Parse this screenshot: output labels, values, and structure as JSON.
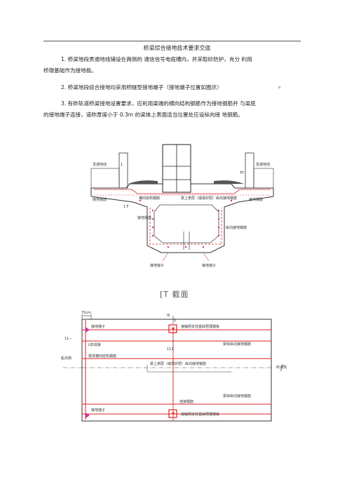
{
  "document": {
    "title": "桥梁综合接地技术要求交底",
    "para1_line1": "1. 桥梁地段贯通地线铺设在两侧的  通信信号电缆槽内，并采取砂防护，充分  利用",
    "para1_line2": "桥墩基础作为接地极。",
    "para2": "2. 桥梁地段综合接地均采用桥隧型接地端子（接地端子位置如图示）",
    "para2_end": "。",
    "para3_line1": "3. 有砟轨道桥梁接地设置要求，应利用梁端的横向结构钢筋作为接地钢筋并  与梁底",
    "para3_line2": "的接地端子连接，道砟厚度小于 0.3m 的梁体上表面适当位置处应设纵向接  地钢筋。"
  },
  "cross_section": {
    "section_label": "[T 截面",
    "mark_left": "1",
    "mark_right": "TF",
    "mark_1f": "1 F",
    "labels": [
      "贯通地线",
      "贯通地线",
      "接地钢筋",
      "接地钢筋",
      "横向结构钢筋",
      "梁上表层（或保护层）纵向接地钢筋",
      "接地钢筋",
      "纵向接地钢筋",
      "接地端子",
      "接地端子"
    ]
  },
  "plan": {
    "mark_111": "III",
    "mark_1": "1",
    "mark_11": "11－",
    "mark_111b": "111",
    "mark_70": "70cm",
    "left_label": "起点侧",
    "right_label": "终点侧",
    "right_mark": "f",
    "labels": [
      "接地端子",
      "接触网支柱基础预埋钢板",
      "L形焊接",
      "梁体纵向接地钢筋",
      "梁体横向结构钢筋",
      "梁上表层（或保护层）纵向接地钢筋",
      "梁体纵向接地钢筋",
      "连接钢筋",
      "接地端子",
      "接触网支柱基础预埋钢板"
    ]
  }
}
